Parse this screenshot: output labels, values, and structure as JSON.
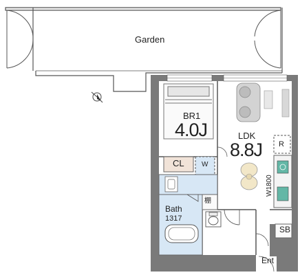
{
  "rooms": {
    "garden": "Garden",
    "bedroom_name": "BR1",
    "bedroom_size": "4.0J",
    "ldk_name": "LDK",
    "ldk_size": "8.8J",
    "closet": "CL",
    "washer": "W",
    "refrigerator": "R",
    "shelf": "棚",
    "bath_name": "Bath",
    "bath_size": "1317",
    "shoe_box": "SB",
    "entrance": "Ent",
    "kitchen_width": "W1800"
  },
  "colors": {
    "wall": "#7a7a7a",
    "wet_area": "#d7e7f5",
    "closet_fill": "#f1e3d8",
    "furniture": "#cfcfcf",
    "table": "#f2e7c8",
    "sink": "#63b7a6",
    "line": "#555555"
  },
  "icons": {
    "compass": "north-arrow-icon",
    "toilet": "toilet-icon",
    "bathtub": "bathtub-icon",
    "bed": "bed-icon"
  }
}
